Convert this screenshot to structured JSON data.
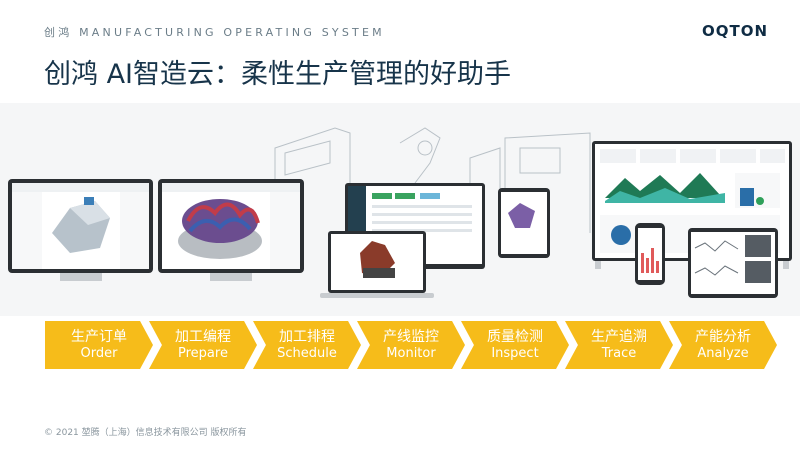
{
  "header": {
    "top_line": "创鸿 MANUFACTURING OPERATING SYSTEM",
    "logo": "OQTON",
    "title": "创鸿 AI智造云：柔性生产管理的好助手"
  },
  "process": {
    "steps": [
      {
        "cn": "生产订单",
        "en": "Order"
      },
      {
        "cn": "加工编程",
        "en": "Prepare"
      },
      {
        "cn": "加工排程",
        "en": "Schedule"
      },
      {
        "cn": "产线监控",
        "en": "Monitor"
      },
      {
        "cn": "质量检测",
        "en": "Inspect"
      },
      {
        "cn": "生产追溯",
        "en": "Trace"
      },
      {
        "cn": "产能分析",
        "en": "Analyze"
      }
    ],
    "color": "#f6bc1a"
  },
  "footer": {
    "copyright": "© 2021 堃腾（上海）信息技术有限公司 版权所有"
  }
}
